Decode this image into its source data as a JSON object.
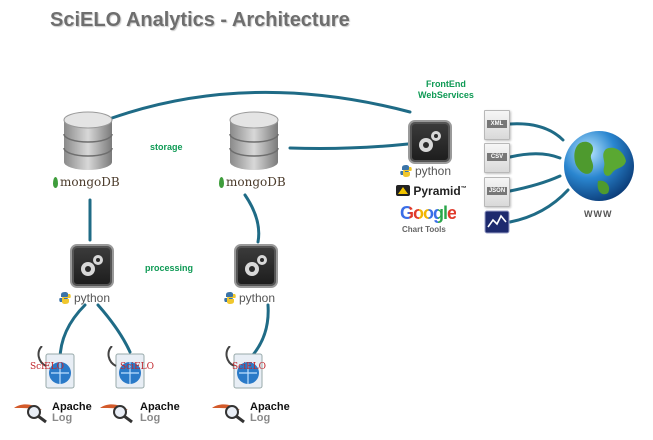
{
  "title": "SciELO Analytics - Architecture",
  "labels": {
    "storage": "storage",
    "processing": "processing",
    "frontend_line1": "FrontEnd",
    "frontend_line2": "WebServices",
    "www": "WWW"
  },
  "database": {
    "name": "mongoDB"
  },
  "runtime": {
    "name": "python"
  },
  "frameworks": {
    "pyramid": "Pyramid",
    "pyramid_tm": "™",
    "google": "Google",
    "chart_tools": "Chart Tools"
  },
  "log_source": {
    "line1": "Apache",
    "line2": "Log",
    "brand": "SciELO"
  },
  "formats": [
    "XML",
    "CSV",
    "JSON",
    "chart"
  ],
  "colors": {
    "connector": "#1f6b86",
    "accent_green": "#0f9a55",
    "scielo_red": "#c0262c"
  }
}
